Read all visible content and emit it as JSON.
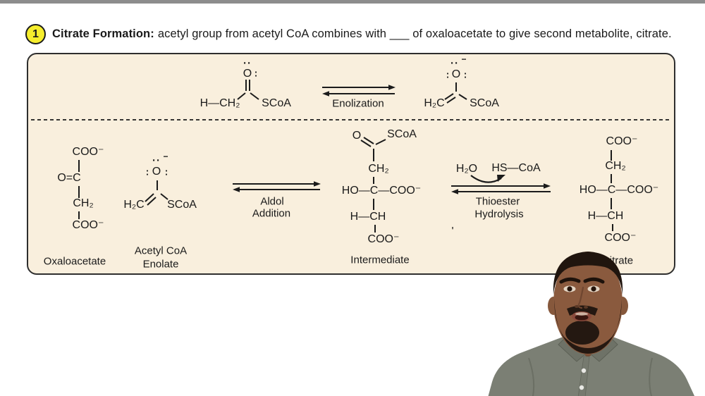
{
  "colors": {
    "background": "#ffffff",
    "top_bar": "#8d8d8d",
    "panel_bg": "#f9efdd",
    "panel_border": "#2e2e2e",
    "badge_yellow": "#f6ee2d",
    "ink": "#1a1a1a",
    "shirt_gray": "#7b7f74",
    "skin": "#8a5a3e",
    "hair": "#20150e"
  },
  "header": {
    "number": "1",
    "title": "Citrate Formation:",
    "body": "acetyl group from acetyl CoA combines with ___ of oxaloacetate to give second metabolite, citrate."
  },
  "enolization_row": {
    "acetyl_coa": {
      "h_ch2": "H—CH₂",
      "lone_top": "··",
      "o": "O",
      "lone_right": ":",
      "scoa": "SCoA"
    },
    "arrow_label": "Enolization",
    "enolate": {
      "h2c": "H₂C",
      "lone_left": ":",
      "o": "O",
      "lone_right": ":",
      "lone_top": "··",
      "minus": "−",
      "scoa": "SCoA"
    }
  },
  "reaction_row": {
    "oxaloacetate": {
      "coo_top": "COO⁻",
      "o_c": "O=C",
      "ch2": "CH₂",
      "coo_bottom": "COO⁻",
      "caption": "Oxaloacetate"
    },
    "acetyl_enolate": {
      "lone_top": "··",
      "minus": "−",
      "lone_left": ":",
      "o": "O",
      "lone_right": ":",
      "h2c": "H₂C",
      "scoa": "SCoA",
      "caption_line1": "Acetyl CoA",
      "caption_line2": "Enolate"
    },
    "aldol": {
      "label_line1": "Aldol",
      "label_line2": "Addition"
    },
    "intermediate": {
      "o": "O",
      "scoa": "SCoA",
      "ch2": "CH₂",
      "ho_c_coo": "HO—C—COO⁻",
      "h_ch": "H—CH",
      "coo_bottom": "COO⁻",
      "caption": "Intermediate"
    },
    "hydrolysis": {
      "h2o": "H₂O",
      "hs_coa": "HS—CoA",
      "label_line1": "Thioester",
      "label_line2": "Hydrolysis"
    },
    "citrate": {
      "coo_top": "COO⁻",
      "ch2": "CH₂",
      "ho_c_coo": "HO—C—COO⁻",
      "h_ch": "H—CH",
      "coo_bottom": "COO⁻",
      "caption": "Citrate"
    },
    "stray_mark": "'"
  }
}
